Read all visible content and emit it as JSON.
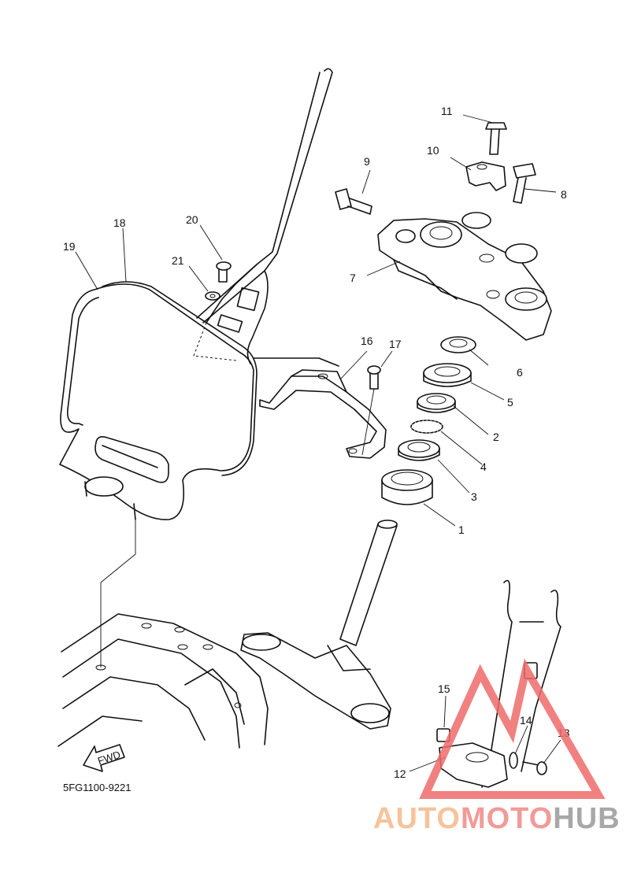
{
  "diagram": {
    "part_code": "5FG1100-9221",
    "fwd_label": "FWD",
    "callouts": [
      "1",
      "2",
      "3",
      "4",
      "5",
      "6",
      "7",
      "8",
      "9",
      "10",
      "11",
      "12",
      "13",
      "14",
      "15",
      "16",
      "17",
      "18",
      "19",
      "20",
      "21"
    ]
  },
  "watermark": {
    "word_a": "AUTO",
    "word_b": "MOTO",
    "word_c": "HUB",
    "color_a": "#f5b98a",
    "color_b": "#ef8a87",
    "color_c": "#9a9a9a",
    "triangle_color": "#ef6b6b"
  }
}
